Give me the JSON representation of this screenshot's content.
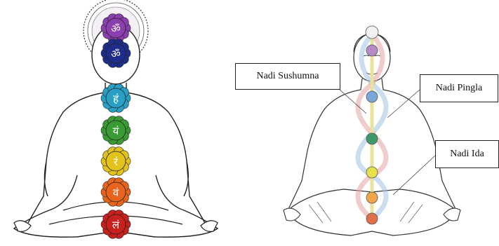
{
  "left_figure": {
    "chakras": [
      {
        "name": "crown",
        "glyph": "ॐ",
        "color": "#8b3fae"
      },
      {
        "name": "third-eye",
        "glyph": "ॐ",
        "color": "#1f2d8a"
      },
      {
        "name": "throat",
        "glyph": "हं",
        "color": "#2a9fc4"
      },
      {
        "name": "heart",
        "glyph": "यं",
        "color": "#3a9a34"
      },
      {
        "name": "solar-plexus",
        "glyph": "रं",
        "color": "#e2c21c"
      },
      {
        "name": "sacral",
        "glyph": "वं",
        "color": "#e8641c"
      },
      {
        "name": "root",
        "glyph": "लं",
        "color": "#c8201c"
      }
    ]
  },
  "right_figure": {
    "labels": {
      "sushumna": "Nadi Sushumna",
      "pingla": "Nadi Pingla",
      "ida": "Nadi Ida"
    },
    "chakra_colors": [
      "#f2f2f2",
      "#b48bc7",
      "#7aa7d6",
      "#3f9a6a",
      "#e6e04a",
      "#f0a64a",
      "#e0704a"
    ],
    "channel_colors": {
      "ida": "#9fc3e3",
      "pingla": "#e6a3a3",
      "sushumna": "#e8e29a"
    }
  }
}
